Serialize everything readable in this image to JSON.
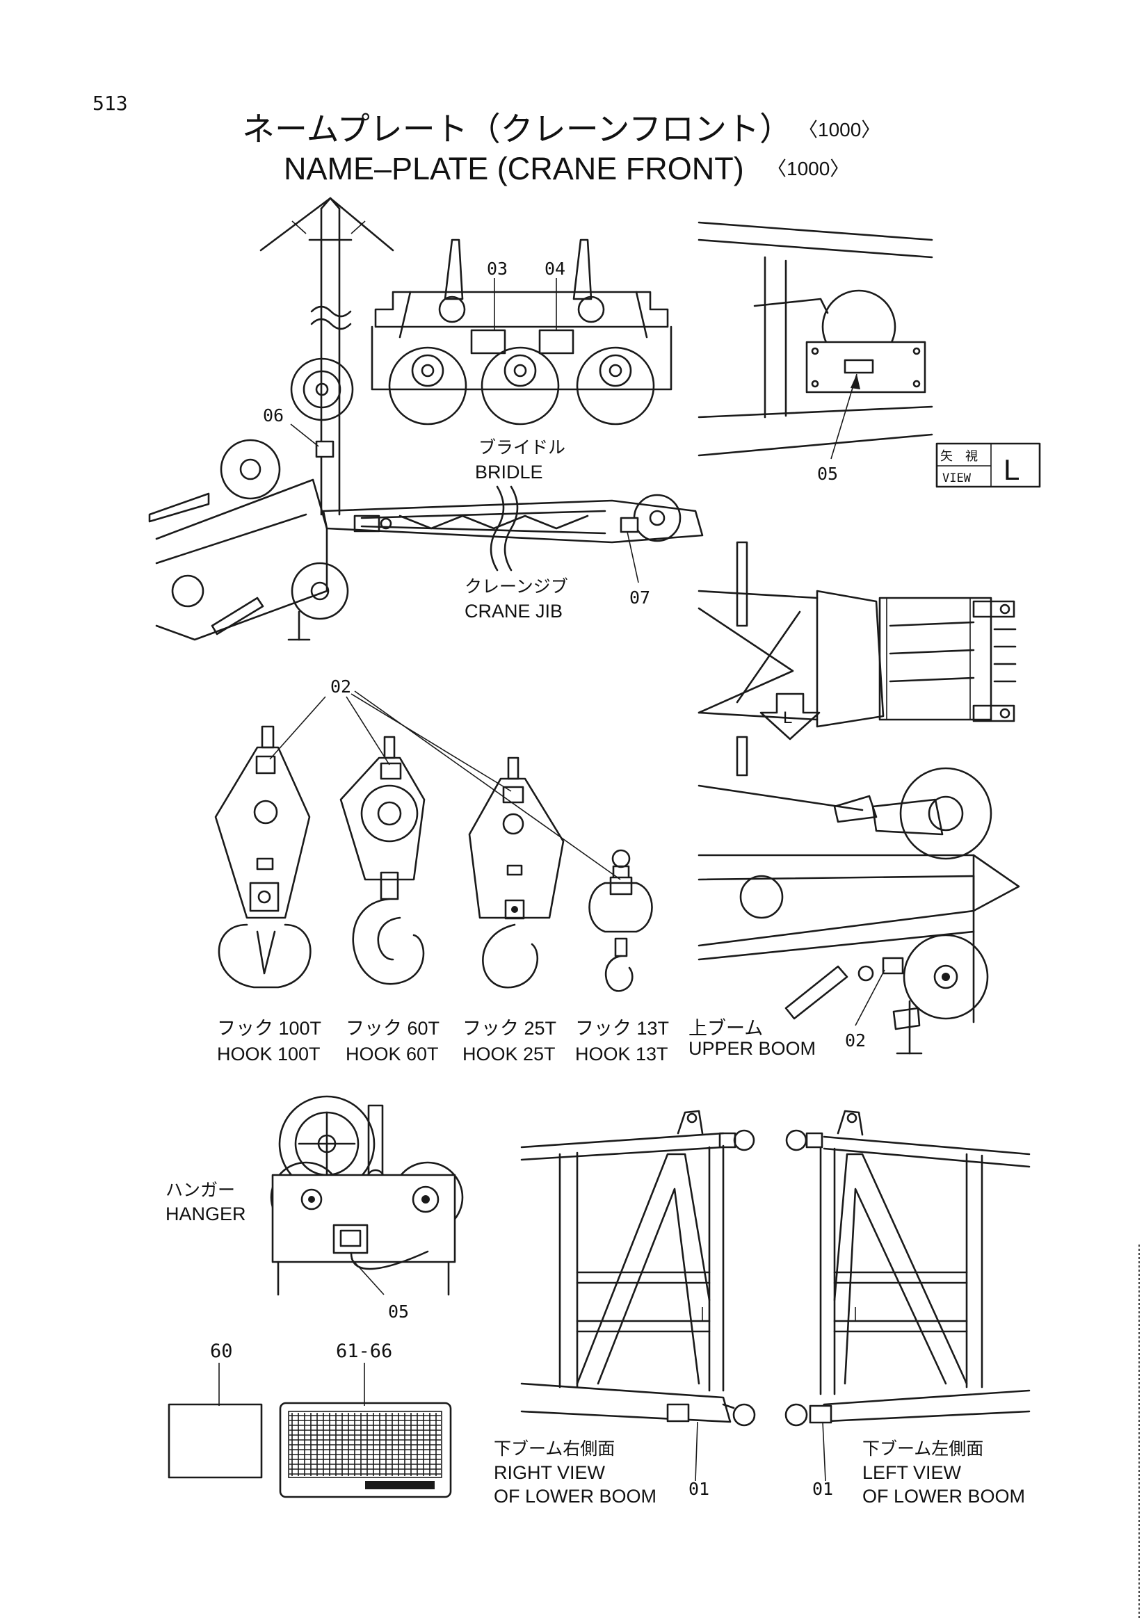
{
  "page_number": "513",
  "title_jp": "ネームプレート（クレーンフロント）",
  "title_jp_suffix": "〈1000〉",
  "title_en": "NAME–PLATE (CRANE FRONT)",
  "title_en_suffix": "〈1000〉",
  "callouts": {
    "c01a": "01",
    "c01b": "01",
    "c02_hooks": "02",
    "c02_boom": "02",
    "c03": "03",
    "c04": "04",
    "c05_view": "05",
    "c05_hanger": "05",
    "c06": "06",
    "c07": "07",
    "c60": "60",
    "c61": "61-66"
  },
  "labels": {
    "bridle_jp": "ブライドル",
    "bridle_en": "BRIDLE",
    "jib_jp": "クレーンジブ",
    "jib_en": "CRANE JIB",
    "hanger_jp": "ハンガー",
    "hanger_en": "HANGER",
    "view_jp": "矢　視",
    "view_en": "VIEW",
    "view_letter": "L",
    "arrow_letter": "L",
    "lower_right_jp": "下ブーム右側面",
    "lower_right_en1": "RIGHT VIEW",
    "lower_right_en2": "OF LOWER BOOM",
    "lower_left_jp": "下ブーム左側面",
    "lower_left_en1": "LEFT VIEW",
    "lower_left_en2": "OF LOWER BOOM"
  },
  "hooks": [
    {
      "jp": "フック 100T",
      "en": "HOOK 100T"
    },
    {
      "jp": "フック 60T",
      "en": "HOOK 60T"
    },
    {
      "jp": "フック 25T",
      "en": "HOOK 25T"
    },
    {
      "jp": "フック 13T",
      "en": "HOOK 13T"
    },
    {
      "jp": "上ブーム",
      "en": "UPPER BOOM"
    }
  ]
}
